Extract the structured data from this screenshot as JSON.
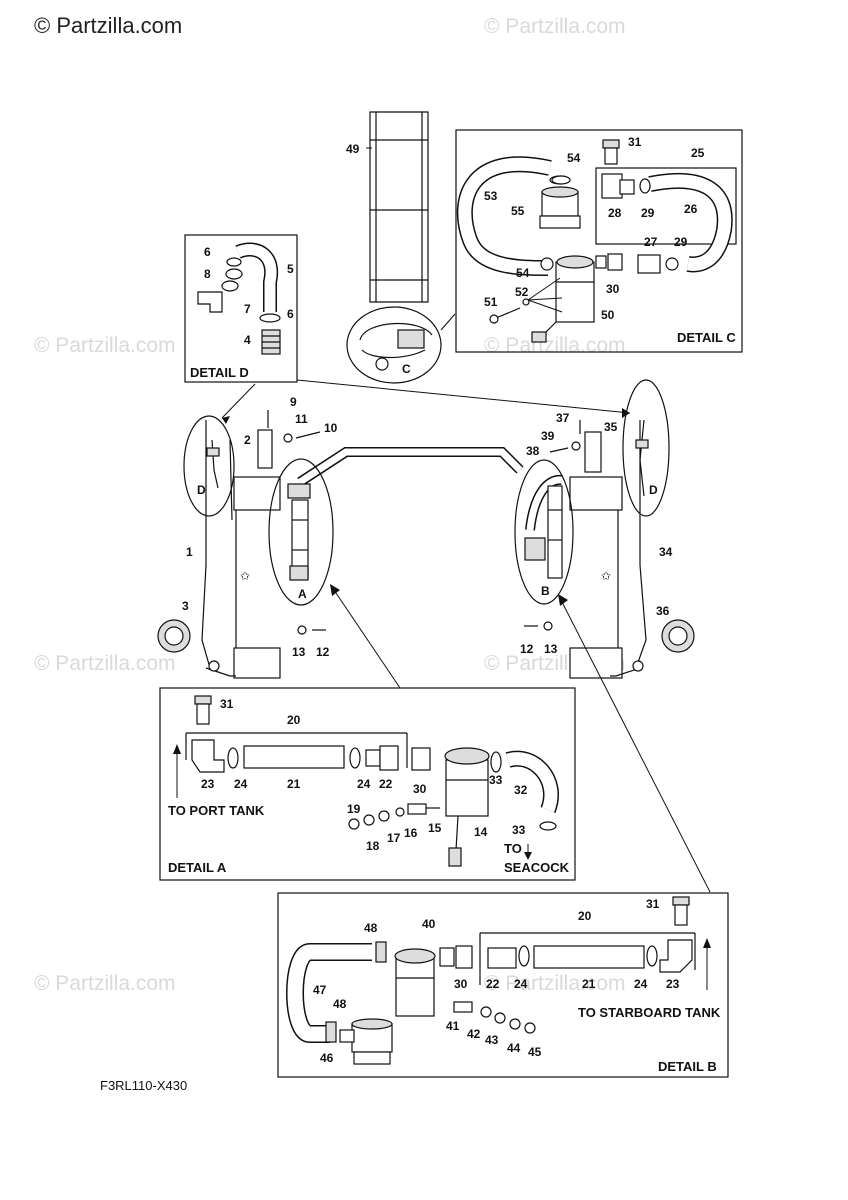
{
  "watermark": {
    "brand_main": "© Partzilla.com",
    "brand_faint": "© Partzilla.com"
  },
  "diagram_code": "F3RL110-X430",
  "details": {
    "a": "DETAIL A",
    "b": "DETAIL B",
    "c": "DETAIL C",
    "d": "DETAIL D"
  },
  "circle_tags": {
    "a": "A",
    "b": "B",
    "c": "C",
    "d": "D"
  },
  "notes": {
    "to_port_tank": "TO PORT TANK",
    "to_starboard_tank": "TO STARBOARD TANK",
    "to": "TO",
    "seacock": "SEACOCK"
  },
  "callouts": {
    "c1": "1",
    "c2": "2",
    "c3": "3",
    "c4": "4",
    "c5": "5",
    "c6": "6",
    "c7": "7",
    "c8": "8",
    "c9": "9",
    "c10": "10",
    "c11": "11",
    "c12": "12",
    "c13": "13",
    "c14": "14",
    "c15": "15",
    "c16": "16",
    "c17": "17",
    "c18": "18",
    "c19": "19",
    "c20": "20",
    "c21": "21",
    "c22": "22",
    "c23": "23",
    "c24": "24",
    "c25": "25",
    "c26": "26",
    "c27": "27",
    "c28": "28",
    "c29": "29",
    "c30": "30",
    "c31": "31",
    "c32": "32",
    "c33": "33",
    "c34": "34",
    "c35": "35",
    "c36": "36",
    "c37": "37",
    "c38": "38",
    "c39": "39",
    "c40": "40",
    "c41": "41",
    "c42": "42",
    "c43": "43",
    "c44": "44",
    "c45": "45",
    "c46": "46",
    "c47": "47",
    "c48": "48",
    "c49": "49",
    "c50": "50",
    "c51": "51",
    "c52": "52",
    "c53": "53",
    "c54": "54",
    "c55": "55"
  }
}
